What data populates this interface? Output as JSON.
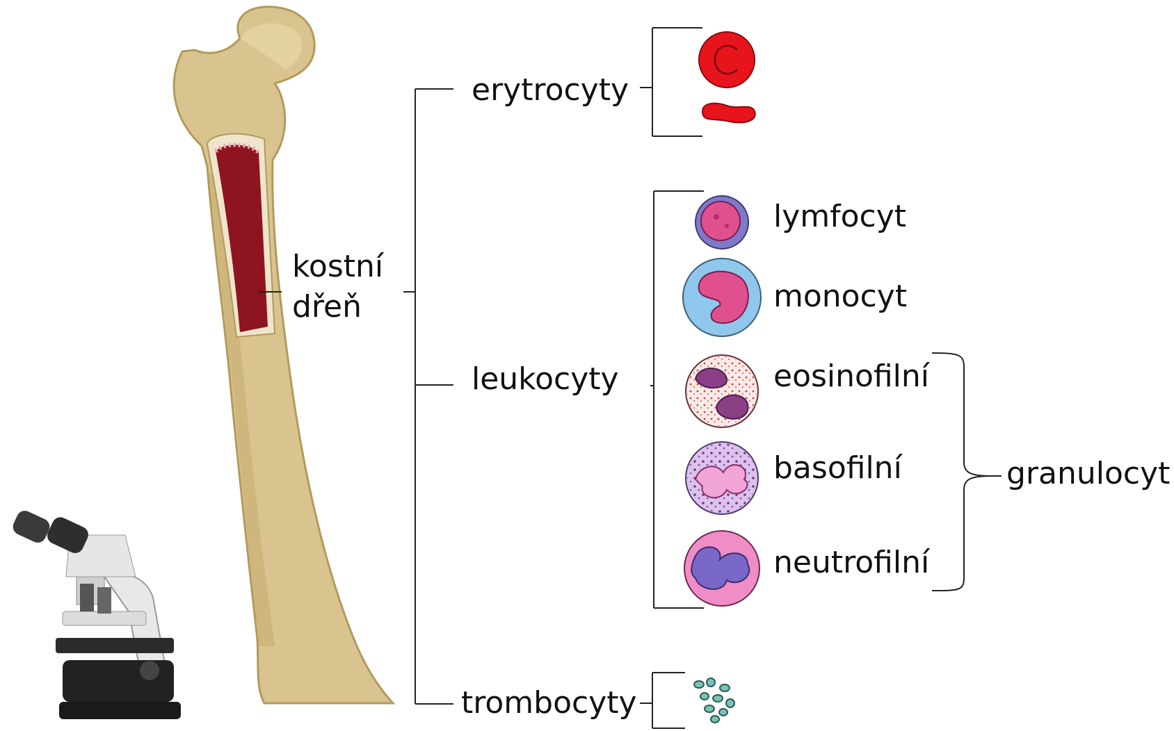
{
  "labels": {
    "marrow_line1": "kostní",
    "marrow_line2": "dřeň",
    "erythrocytes": "erytrocyty",
    "leukocytes": "leukocyty",
    "thrombocytes": "trombocyty",
    "lymphocyte": "lymfocyt",
    "monocyte": "monocyt",
    "eosinophil": "eosinofilní",
    "basophil": "basofilní",
    "neutrophil": "neutrofilní",
    "granulocyte": "granulocyt"
  },
  "colors": {
    "bone": "#d9c48f",
    "bone_shadow": "#b39a5c",
    "marrow": "#8e1420",
    "erythrocyte": "#e8141c",
    "lymphocyte_cytoplasm": "#7f79c9",
    "monocyte_cytoplasm": "#8fc8ec",
    "eosinophil_granules": "#d8432e",
    "basophil_cytoplasm": "#d9c3ef",
    "neutrophil_cytoplasm": "#f08cc6",
    "nucleus_pink": "#e0508f",
    "nucleus_purple": "#8b3f86",
    "platelet": "#79c3b8",
    "line": "#222222"
  },
  "icons": [
    "femur-bone-illustration",
    "microscope-illustration"
  ]
}
